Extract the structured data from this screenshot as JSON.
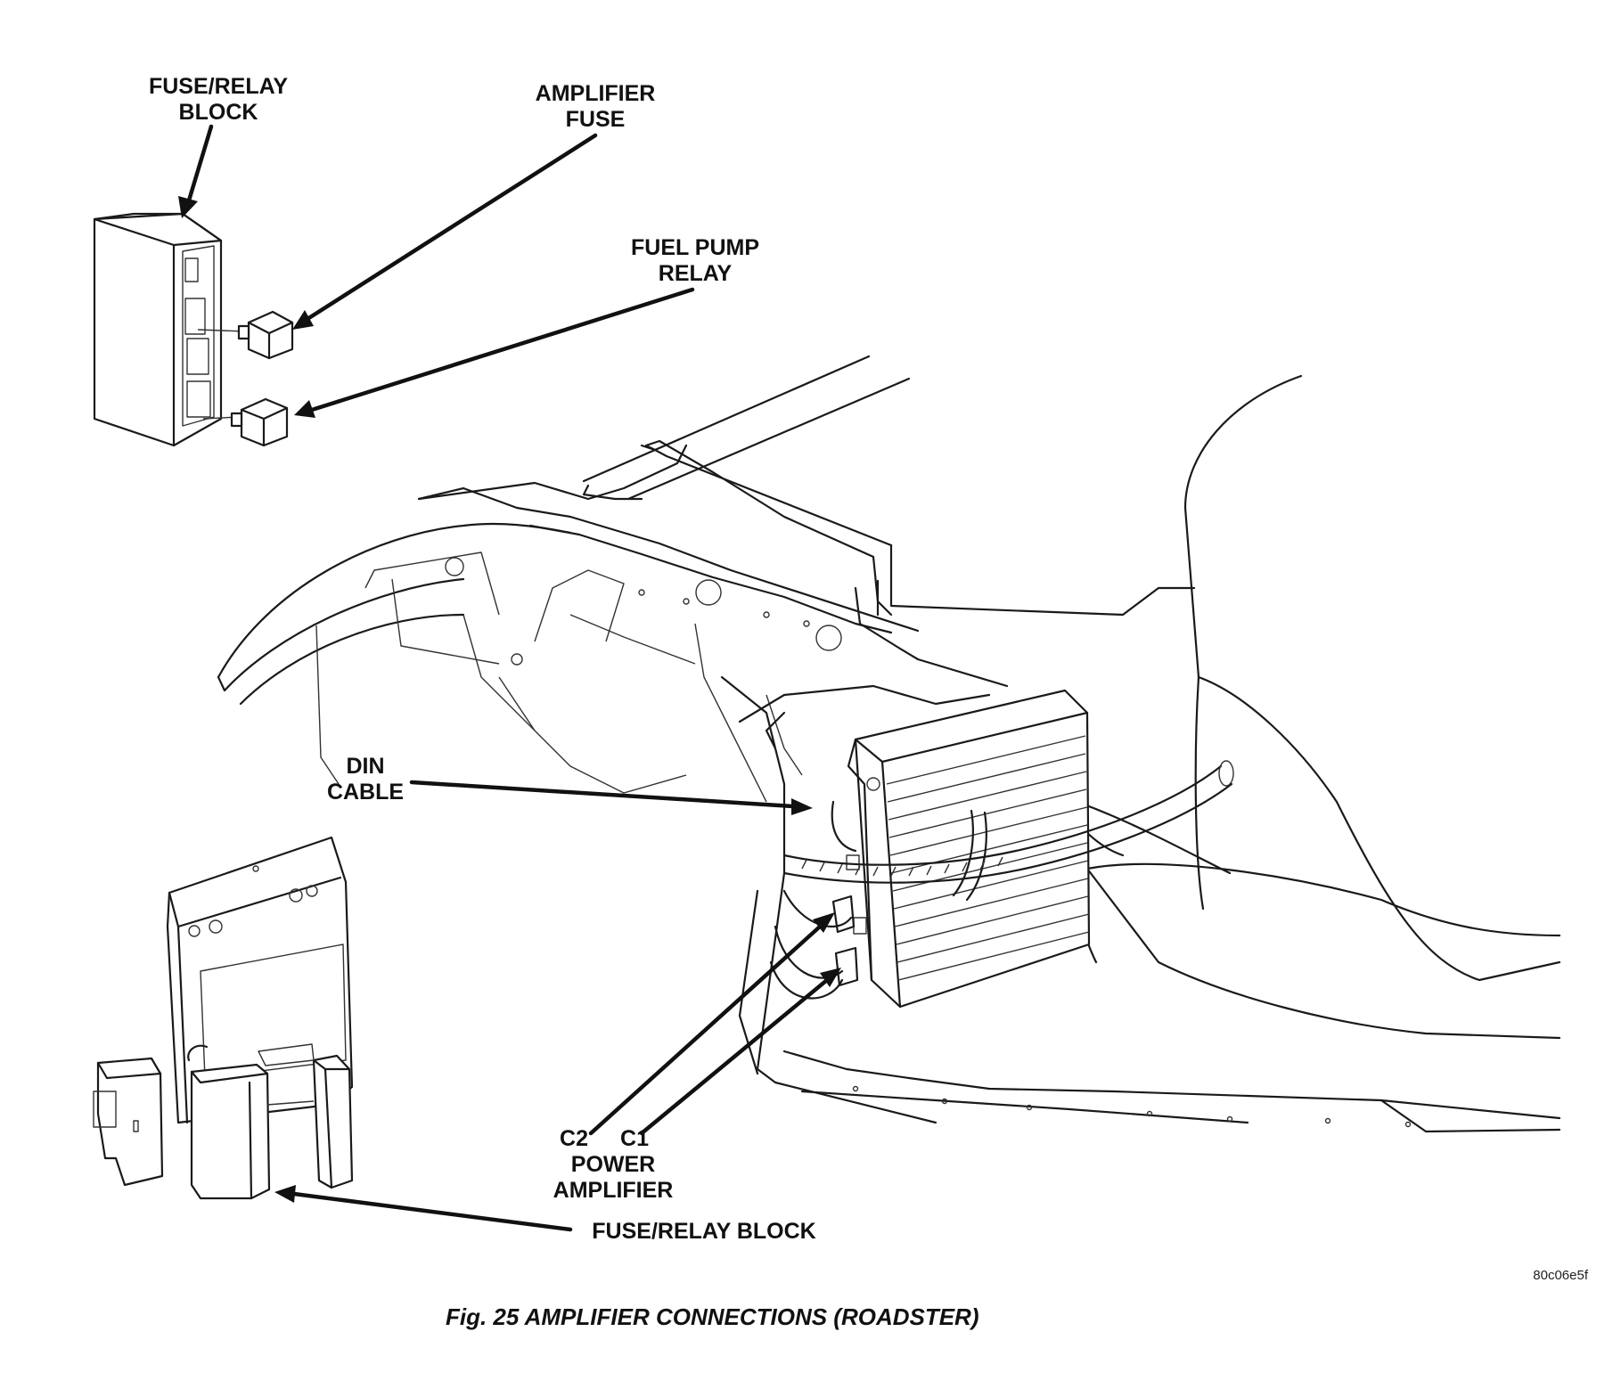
{
  "labels": {
    "fuse_relay_block_top_1": "FUSE/RELAY",
    "fuse_relay_block_top_2": "BLOCK",
    "amplifier_fuse_1": "AMPLIFIER",
    "amplifier_fuse_2": "FUSE",
    "fuel_pump_relay_1": "FUEL PUMP",
    "fuel_pump_relay_2": "RELAY",
    "din_cable_1": "DIN",
    "din_cable_2": "CABLE",
    "c2": "C2",
    "c1": "C1",
    "power_amplifier_1": "POWER",
    "power_amplifier_2": "AMPLIFIER",
    "fuse_relay_block_bottom": "FUSE/RELAY BLOCK"
  },
  "image_code": "80c06e5f",
  "caption": "Fig. 25 AMPLIFIER CONNECTIONS (ROADSTER)"
}
